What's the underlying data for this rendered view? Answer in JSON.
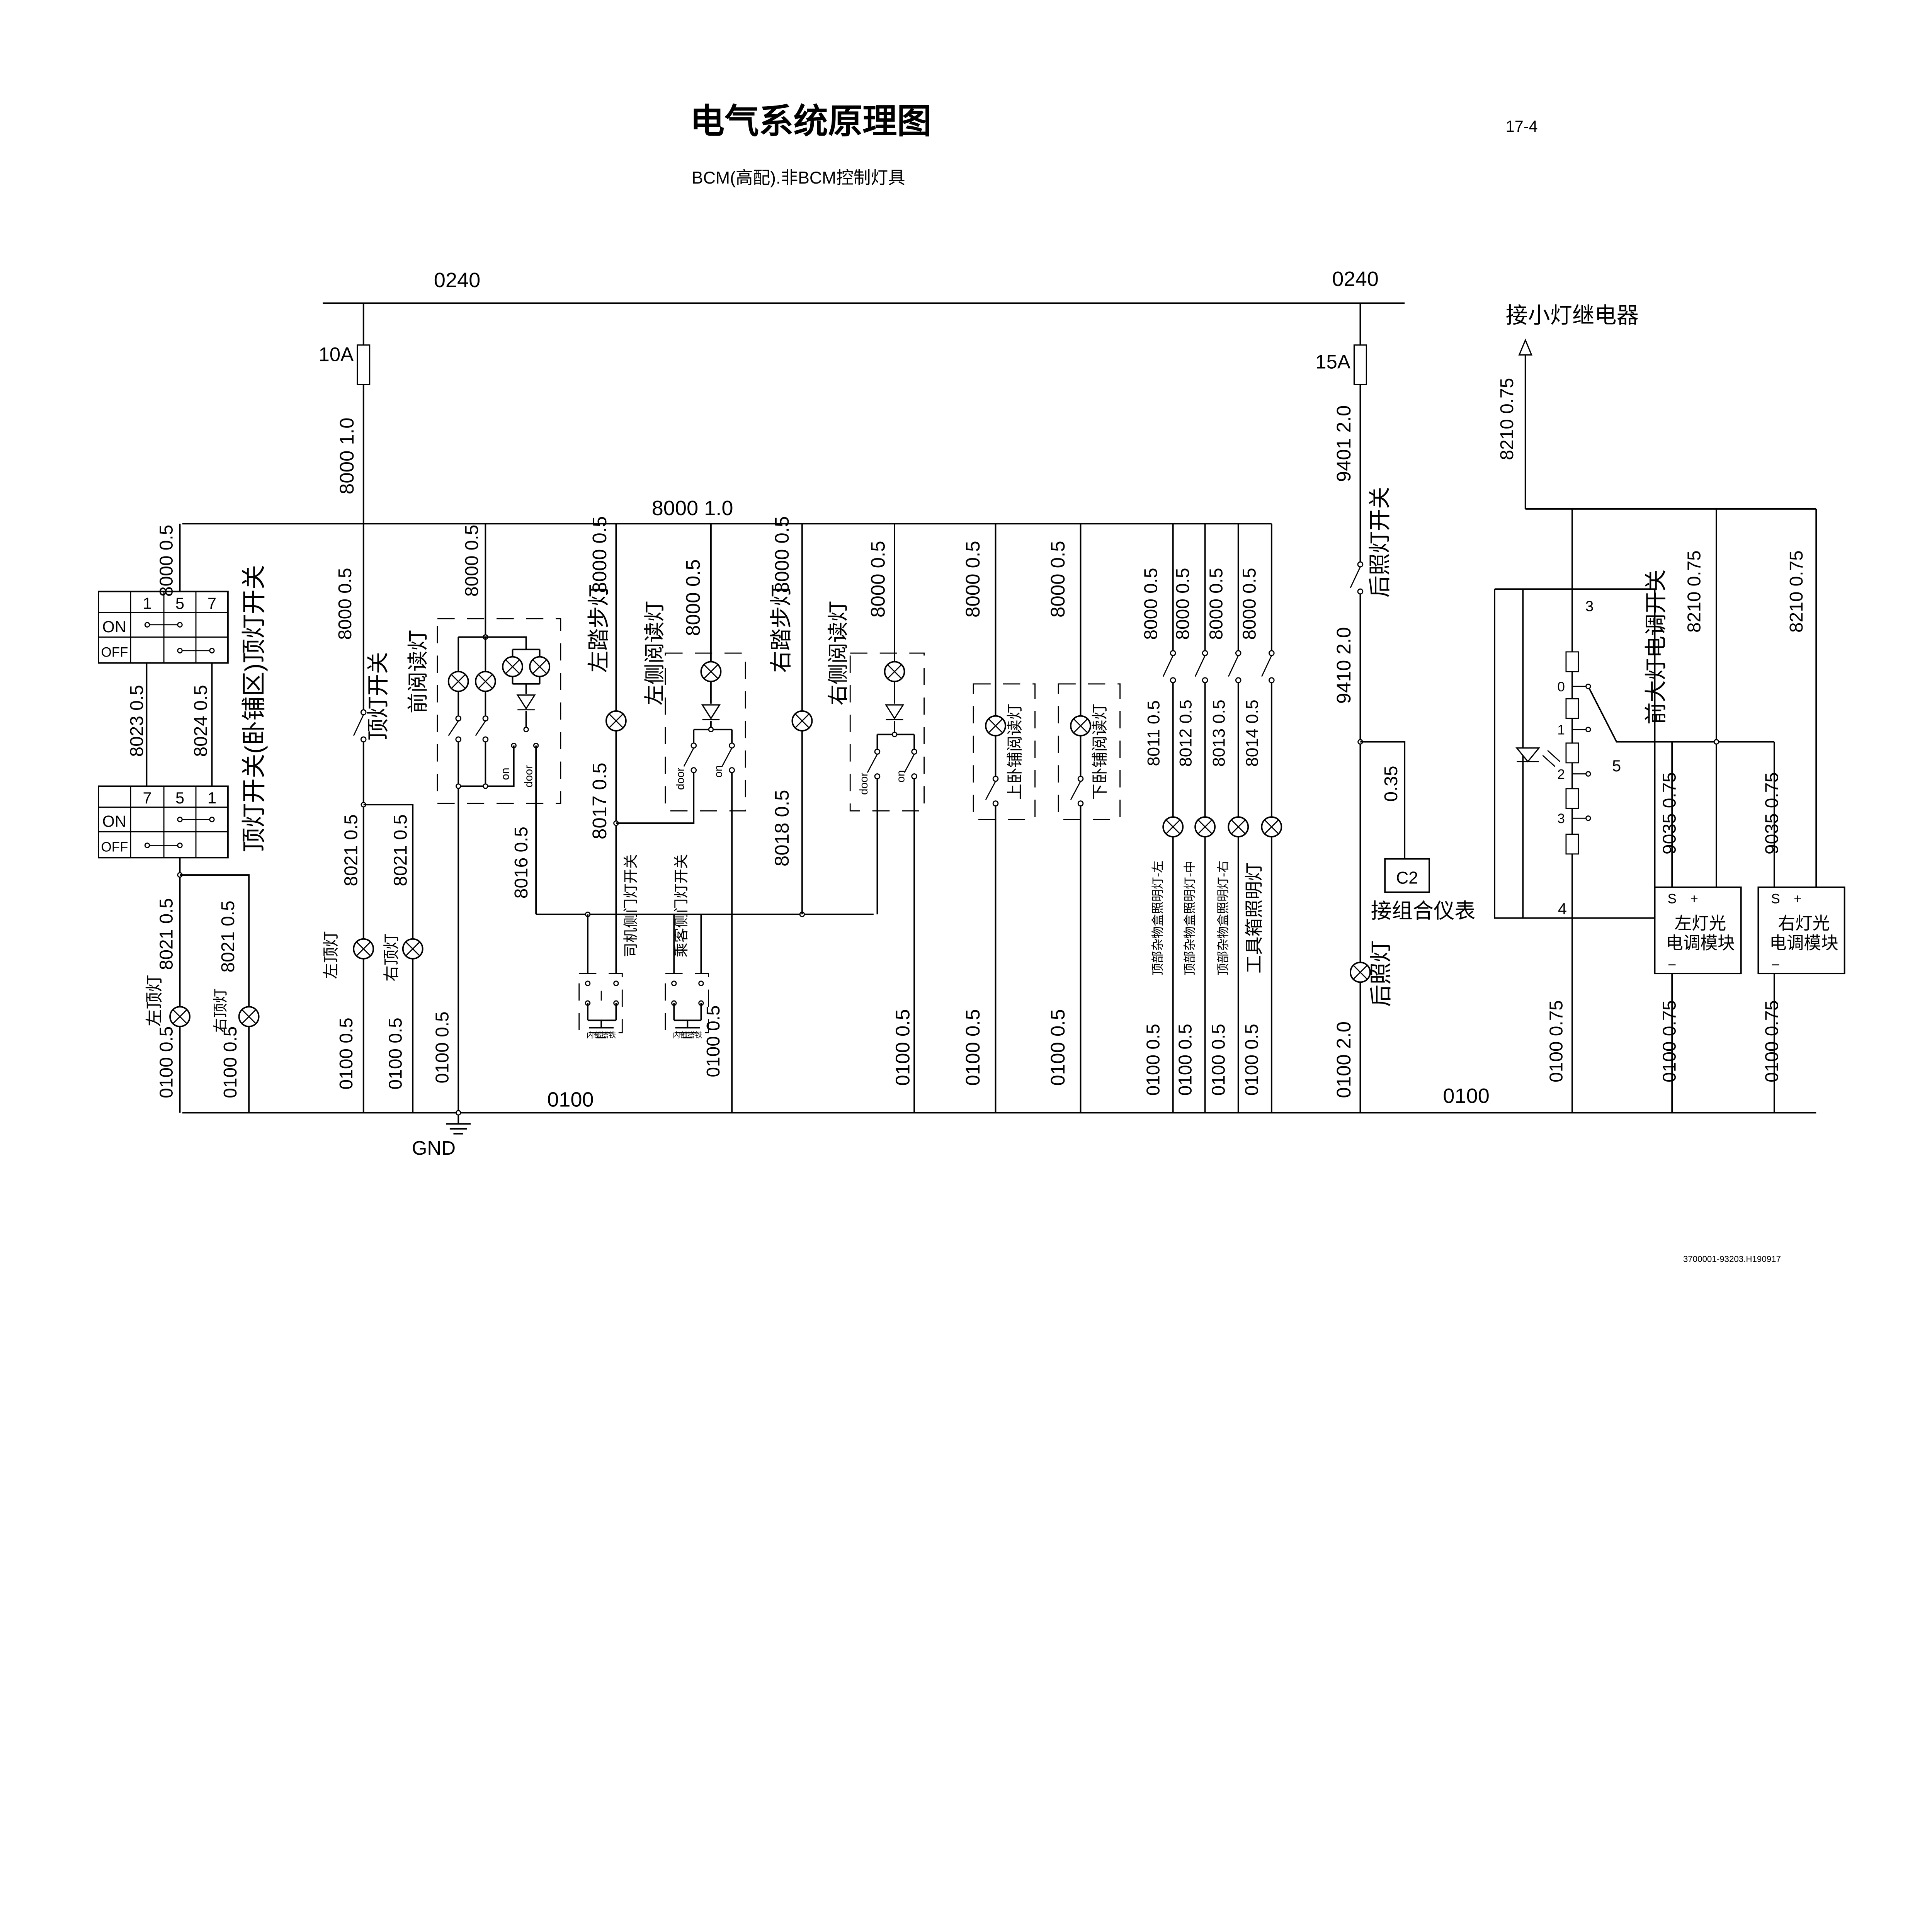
{
  "header": {
    "title": "电气系统原理图",
    "page": "17-4",
    "subtitle": "BCM(高配).非BCM控制灯具"
  },
  "footer": {
    "drawing_no": "3700001-93203.H190917"
  },
  "power": {
    "bus_left": "0240",
    "bus_right": "0240",
    "fuse_left": "10A",
    "fuse_right": "15A",
    "feed_left": "8000 1.0",
    "bus_8000": "8000 1.0",
    "ground_bus_left": "0100",
    "ground_bus_right": "0100",
    "gnd": "GND"
  },
  "wires": {
    "w8000_05": "8000 0.5",
    "w8023": "8023 0.5",
    "w8024": "8024 0.5",
    "w8021": "8021 0.5",
    "w0100_05": "0100 0.5",
    "w8016": "8016 0.5",
    "w8017": "8017 0.5",
    "w8018": "8018 0.5",
    "w8011": "8011 0.5",
    "w8012": "8012 0.5",
    "w8013": "8013 0.5",
    "w8014": "8014 0.5",
    "w9401": "9401 2.0",
    "w9410": "9410 2.0",
    "w035": "0.35",
    "w0100_20": "0100 2.0",
    "w8210": "8210 0.75",
    "w9035": "9035 0.75",
    "w0100_075": "0100 0.75"
  },
  "switch_table_1": {
    "cols": [
      "1",
      "5",
      "7"
    ],
    "rows": [
      "ON",
      "OFF"
    ]
  },
  "switch_table_2": {
    "cols": [
      "7",
      "5",
      "1"
    ],
    "rows": [
      "ON",
      "OFF"
    ]
  },
  "components": {
    "dome_switch_sleeper": "顶灯开关(卧铺区)顶灯开关",
    "dome_switch": "顶灯开关",
    "left_dome_lamp": "左顶灯",
    "right_dome_lamp": "右顶灯",
    "front_reading_lamp": "前阅读灯",
    "left_step_lamp": "左踏步灯",
    "left_side_reading_lamp": "左侧阅读灯",
    "right_step_lamp": "右踏步灯",
    "right_side_reading_lamp": "右侧阅读灯",
    "upper_berth_lamp": "上卧铺阅读灯",
    "lower_berth_lamp": "下卧铺阅读灯",
    "roof_box_left": "顶部杂物盒照明灯-左",
    "roof_box_mid": "顶部杂物盒照明灯-中",
    "roof_box_right": "顶部杂物盒照明灯-右",
    "toolbox_lamp": "工具箱照明灯",
    "driver_door_switch": "司机侧门灯开关",
    "passenger_door_switch": "乘客侧门灯开关",
    "internal_ground": "内部搭铁",
    "term_on": "on",
    "term_door": "door",
    "rear_lamp_switch": "后照灯开关",
    "rear_lamp": "后照灯",
    "cluster_connector": "C2",
    "cluster": "接组合仪表",
    "small_lamp_relay": "接小灯继电器",
    "headlamp_leveling_switch": "前大灯电调开关",
    "dimmer_pins": {
      "p0": "0",
      "p1": "1",
      "p2": "2",
      "p3": "3",
      "top": "3",
      "bottom": "4",
      "wiper": "5"
    },
    "left_module": {
      "line1": "左灯光",
      "line2": "电调模块"
    },
    "right_module": {
      "line1": "右灯光",
      "line2": "电调模块"
    },
    "module_pins": {
      "s": "S",
      "plus": "+",
      "minus": "−"
    }
  }
}
